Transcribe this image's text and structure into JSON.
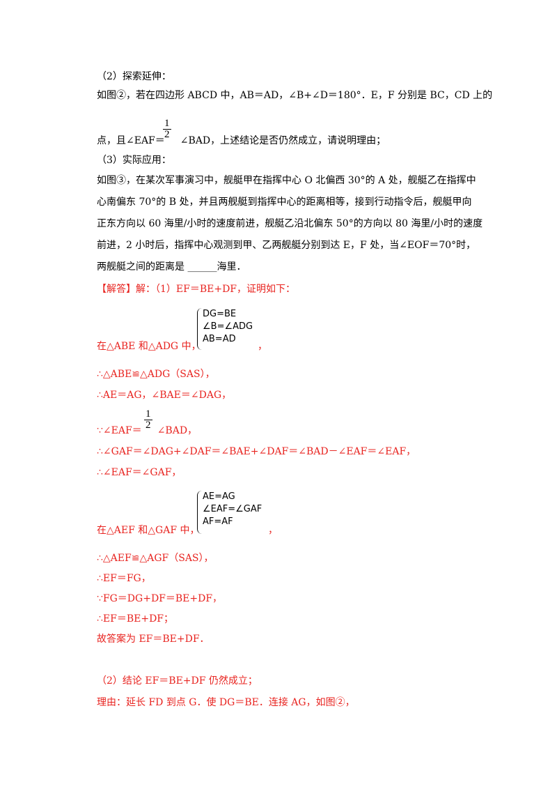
{
  "part2_heading": "（2）探索延伸：",
  "part2_q1": "如图②，若在四边形 ABCD 中，AB＝AD，∠B+∠D＝180°．E，F 分别是 BC，CD 上的",
  "part2_q2_pre": "点，且∠EAF＝",
  "part2_q2_post": "∠BAD，上述结论是否仍然成立，请说明理由；",
  "fraction": {
    "num": "1",
    "den": "2"
  },
  "part3_heading": "（3）实际应用：",
  "part3_q1": "如图③，在某次军事演习中，舰艇甲在指挥中心 O 北偏西 30°的 A 处，舰艇乙在指挥中",
  "part3_q2": "心南偏东 70°的 B 处，并且两舰艇到指挥中心的距离相等，接到行动指令后，舰艇甲向",
  "part3_q3": "正东方向以 60 海里/小时的速度前进，舰艇乙沿北偏东 50°的方向以 80 海里/小时的速度",
  "part3_q4": "前进，2 小时后，指挥中心观测到甲、乙两舰艇分别到达 E，F 处，当∠EOF＝70°时，",
  "part3_q5": "两舰艇之间的距离是 ______海里．",
  "answer_label": "【解答】",
  "answer_intro": "解：（1）EF＝BE+DF，证明如下：",
  "sys1": {
    "prefix": "在△ABE 和△ADG 中，",
    "rows": [
      "DG=BE",
      "∠B=∠ADG",
      "AB=AD"
    ],
    "suffix": "，"
  },
  "s1": "∴△ABE≌△ADG（SAS），",
  "s2": "∴AE＝AG，∠BAE＝∠DAG，",
  "s3_pre": "∵∠EAF＝",
  "s3_post": "∠BAD，",
  "s4": "∴∠GAF＝∠DAG+∠DAF＝∠BAE+∠DAF＝∠BAD－∠EAF＝∠EAF，",
  "s5": "∴∠EAF＝∠GAF，",
  "sys2": {
    "prefix": "在△AEF 和△GAF 中，",
    "rows": [
      "AE=AG",
      "∠EAF=∠GAF",
      "AF=AF"
    ],
    "suffix": "，"
  },
  "s6": "∴△AEF≌△AGF（SAS），",
  "s7": "∴EF＝FG，",
  "s8": "∵FG＝DG+DF＝BE+DF，",
  "s9": "∴EF＝BE+DF；",
  "s10": "故答案为 EF＝BE+DF．",
  "s11": "（2）结论 EF＝BE+DF 仍然成立；",
  "s12": "理由：延长 FD 到点 G．使 DG＝BE．连接 AG，如图②，"
}
